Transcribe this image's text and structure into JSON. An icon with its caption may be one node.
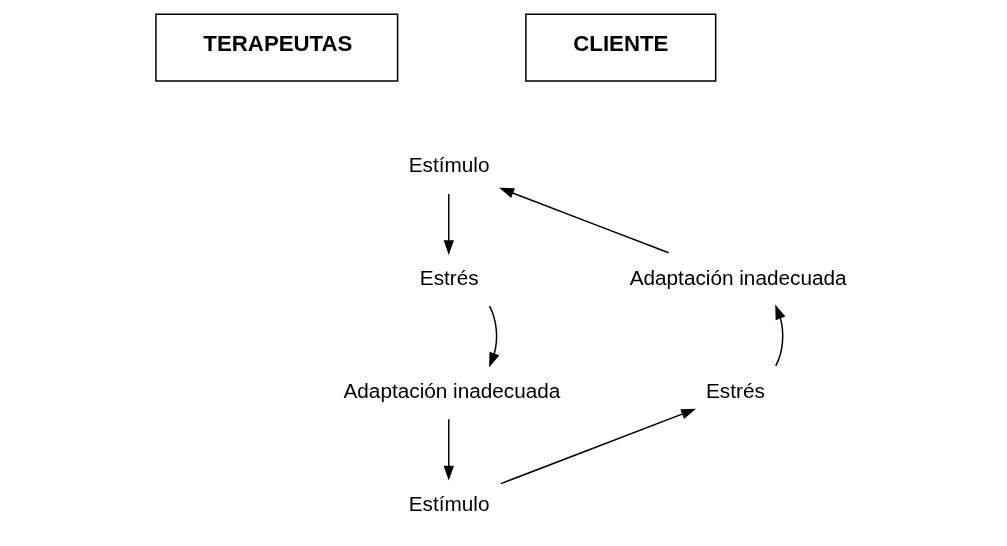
{
  "diagram": {
    "nodes": [
      {
        "text": [
          "TERAPEUTAS"
        ]
      },
      {
        "text": [
          "CLIENTE"
        ]
      },
      {
        "text": [
          "Estímulo"
        ]
      },
      {
        "text": [
          "Adaptación inadecuada"
        ]
      },
      {
        "text": [
          "Estrés"
        ]
      },
      {
        "text": [
          "Estrés"
        ]
      },
      {
        "text": [
          "Adaptación inadecuada"
        ]
      },
      {
        "text": [
          "Estímulo"
        ]
      }
    ],
    "edges": [
      {
        "from": 2,
        "to": 4,
        "arrow": "to"
      },
      {
        "from": 4,
        "to": 6,
        "arrow": "to"
      },
      {
        "from": 6,
        "to": 7,
        "arrow": "to"
      },
      {
        "from": 7,
        "to": 5,
        "arrow": "to"
      },
      {
        "from": 5,
        "to": 3,
        "arrow": "to"
      },
      {
        "from": 3,
        "to": 2,
        "arrow": "to"
      }
    ]
  }
}
